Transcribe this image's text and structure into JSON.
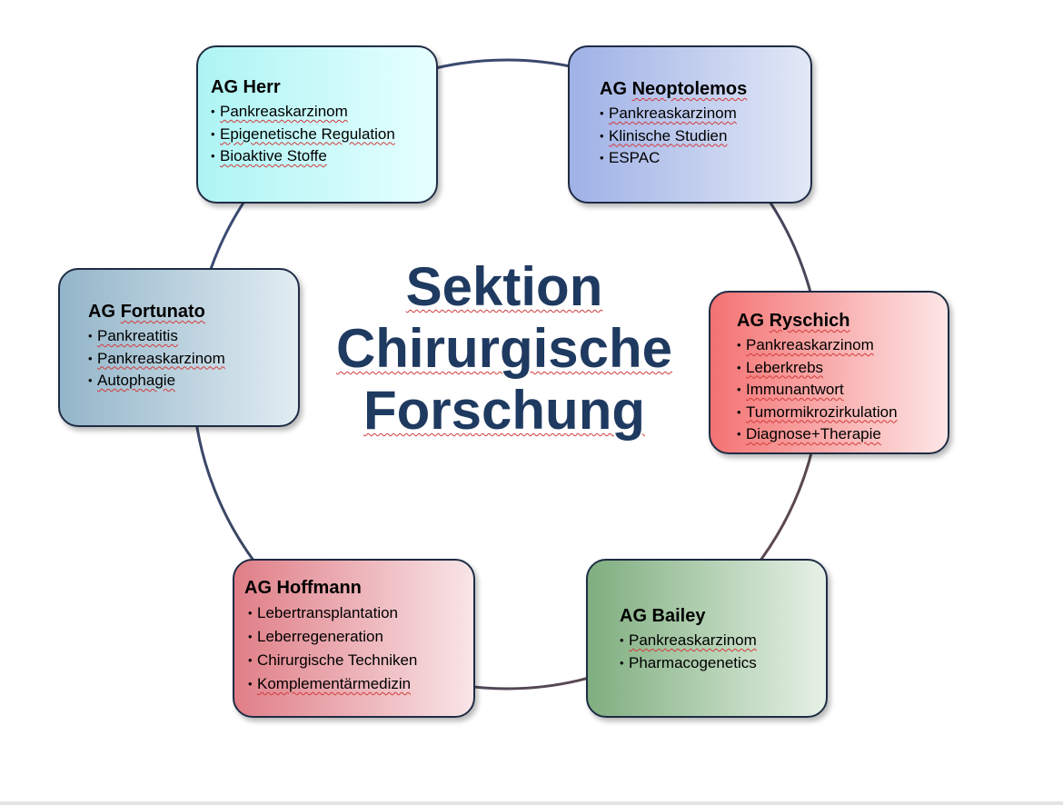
{
  "diagram": {
    "title_lines": [
      "Sektion",
      "Chirurgische",
      "Forschung"
    ],
    "groups": [
      {
        "id": "herr",
        "name": "AG Herr",
        "items": [
          "Pankreaskarzinom",
          "Epigenetische Regulation",
          "Bioaktive Stoffe"
        ],
        "fill_start": "#aef4f4",
        "fill_end": "#e6ffff"
      },
      {
        "id": "neoptolemos",
        "name": "AG Neoptolemos",
        "items": [
          "Pankreaskarzinom",
          "Klinische Studien",
          "ESPAC"
        ],
        "fill_start": "#9fb1e6",
        "fill_end": "#e2e8f6"
      },
      {
        "id": "fortunato",
        "name": "AG Fortunato",
        "items": [
          "Pankreatitis",
          "Pankreaskarzinom",
          "Autophagie"
        ],
        "fill_start": "#93b5c9",
        "fill_end": "#e1ecf2"
      },
      {
        "id": "ryschich",
        "name": "AG Ryschich",
        "items": [
          "Pankreaskarzinom",
          "Leberkrebs",
          "Immunantwort",
          "Tumormikrozirkulation",
          "Diagnose+Therapie"
        ],
        "fill_start": "#f47272",
        "fill_end": "#fde6e6"
      },
      {
        "id": "hoffmann",
        "name": "AG Hoffmann",
        "items": [
          "Lebertransplantation",
          "Leberregeneration",
          "Chirurgische Techniken",
          "Komplementärmedizin"
        ],
        "fill_start": "#e07e87",
        "fill_end": "#f8e5e7"
      },
      {
        "id": "bailey",
        "name": "AG Bailey",
        "items": [
          "Pankreaskarzinom",
          "Pharmacogenetics"
        ],
        "fill_start": "#7fae7f",
        "fill_end": "#e6f1e6"
      }
    ],
    "ring_color": "#34426a",
    "border_color": "#1f2c44",
    "title_color": "#1f3a60"
  }
}
